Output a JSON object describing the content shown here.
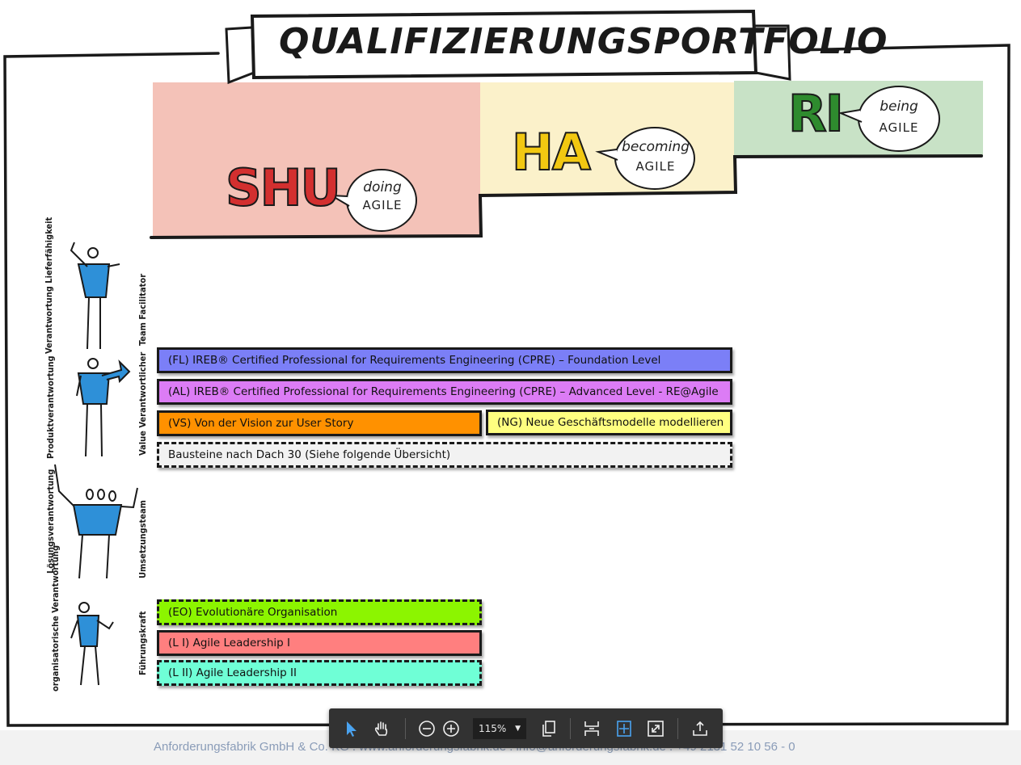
{
  "banner": {
    "title": "QUALIFIZIERUNGSPORTFOLIO"
  },
  "stages": [
    {
      "word": "SHU",
      "bubble_top": "doing",
      "bubble_bottom": "AGILE",
      "color": "#d32f2f",
      "bg": "#f4c2b8"
    },
    {
      "word": "HA",
      "bubble_top": "becoming",
      "bubble_bottom": "AGILE",
      "color": "#f2c811",
      "bg": "#fbf1ca"
    },
    {
      "word": "RI",
      "bubble_top": "being",
      "bubble_bottom": "AGILE",
      "color": "#2e8b2e",
      "bg": "#c8e2c6"
    }
  ],
  "roles": [
    {
      "left": "Verantwortung Lieferfähigkeit",
      "right": "Team Facilitator"
    },
    {
      "left": "Produktverantwortung",
      "right": "Value Verantwortlicher"
    },
    {
      "left": "Lösungsverantwortung",
      "right": "Umsetzungsteam"
    },
    {
      "left": "organisatorische Verantwortung",
      "right": "Führungskraft"
    }
  ],
  "courses": {
    "fl": {
      "label": "(FL) IREB® Certified Professional for Requirements Engineering (CPRE) – Foundation Level",
      "color": "#7b7ff7"
    },
    "al": {
      "label": "(AL) IREB® Certified Professional for Requirements Engineering (CPRE) – Advanced Level - RE@Agile",
      "color": "#dc7cf5"
    },
    "vs": {
      "label": "(VS) Von der Vision zur User Story",
      "color": "#ff9100"
    },
    "ng": {
      "label": "(NG) Neue Geschäftsmodelle modellieren",
      "color": "#ffff80"
    },
    "dach": {
      "label": "Bausteine nach Dach 30 (Siehe folgende Übersicht)",
      "color": "#f2f2f2"
    },
    "eo": {
      "label": "(EO) Evolutionäre Organisation",
      "color": "#8cf500"
    },
    "l1": {
      "label": "(L I) Agile Leadership I",
      "color": "#ff7f7f"
    },
    "l2": {
      "label": "(L II) Agile Leadership II",
      "color": "#6fffd6"
    }
  },
  "toolbar": {
    "tools": [
      {
        "name": "select-tool",
        "icon": "pointer-arrow-icon",
        "active": true
      },
      {
        "name": "hand-tool",
        "icon": "hand-icon",
        "active": false
      },
      {
        "name": "zoom-out",
        "icon": "minus-circle-icon",
        "active": false
      },
      {
        "name": "zoom-in",
        "icon": "plus-circle-icon",
        "active": false
      },
      {
        "name": "page-view",
        "icon": "pages-icon",
        "active": false
      },
      {
        "name": "fit-width",
        "icon": "fit-width-icon",
        "active": false
      },
      {
        "name": "fit-page",
        "icon": "fit-page-icon",
        "active": true
      },
      {
        "name": "fullscreen",
        "icon": "expand-icon",
        "active": false
      },
      {
        "name": "export",
        "icon": "share-icon",
        "active": false
      }
    ],
    "zoom": "115%"
  },
  "footer": {
    "text": "Anforderungsfabrik GmbH & Co. KG  .  www.anforderungsfabrik.de  .  info@anforderungsfabrik.de  .  +49 2131 52 10 56 - 0"
  }
}
